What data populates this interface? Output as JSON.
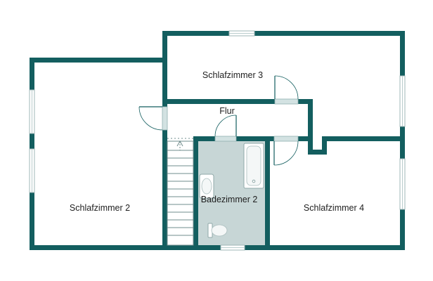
{
  "floorplan": {
    "colors": {
      "wall": "#135e5f",
      "bathroom_floor": "#c7d6d6",
      "background": "#ffffff"
    },
    "rooms": [
      {
        "id": "schlafzimmer-2",
        "label": "Schlafzimmer 2"
      },
      {
        "id": "schlafzimmer-3",
        "label": "Schlafzimmer 3"
      },
      {
        "id": "schlafzimmer-4",
        "label": "Schlafzimmer 4"
      },
      {
        "id": "badezimmer-2",
        "label": "Badezimmer 2"
      },
      {
        "id": "flur",
        "label": "Flur"
      }
    ],
    "fixtures": [
      "bathtub",
      "sink",
      "toilet",
      "staircase"
    ]
  }
}
